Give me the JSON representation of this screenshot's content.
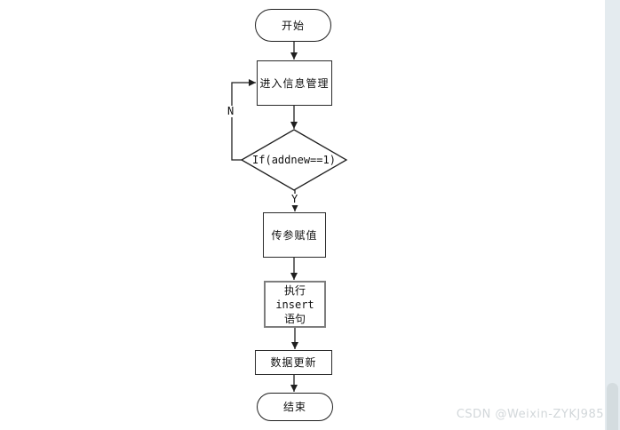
{
  "diagram": {
    "type": "flowchart",
    "nodes": {
      "start": {
        "label": "开始",
        "shape": "terminator"
      },
      "enter": {
        "label": "进入信息管理",
        "shape": "process"
      },
      "decision": {
        "label": "If(addnew==1)",
        "shape": "decision"
      },
      "assign": {
        "label": "传参赋值",
        "shape": "process"
      },
      "insert": {
        "label": "执行insert语句",
        "line1": "执行insert",
        "line2": "语句",
        "shape": "process"
      },
      "update": {
        "label": "数据更新",
        "shape": "process"
      },
      "end": {
        "label": "结束",
        "shape": "terminator"
      }
    },
    "branch_labels": {
      "no": "N",
      "yes": "Y"
    },
    "edges": [
      {
        "from": "start",
        "to": "enter"
      },
      {
        "from": "enter",
        "to": "decision"
      },
      {
        "from": "decision",
        "to": "assign",
        "label": "Y"
      },
      {
        "from": "decision",
        "to": "enter",
        "label": "N"
      },
      {
        "from": "assign",
        "to": "insert"
      },
      {
        "from": "insert",
        "to": "update"
      },
      {
        "from": "update",
        "to": "end"
      }
    ]
  },
  "watermark": "CSDN @Weixin-ZYKJ985",
  "colors": {
    "line": "#1f1f1f",
    "node_border": "#2a2a2a",
    "insert_border": "#7d7d7d",
    "background": "#ffffff",
    "scrollbar_track": "#e4ebef",
    "scrollbar_thumb": "#d4dcdf",
    "watermark_text": "#d2d7da"
  }
}
